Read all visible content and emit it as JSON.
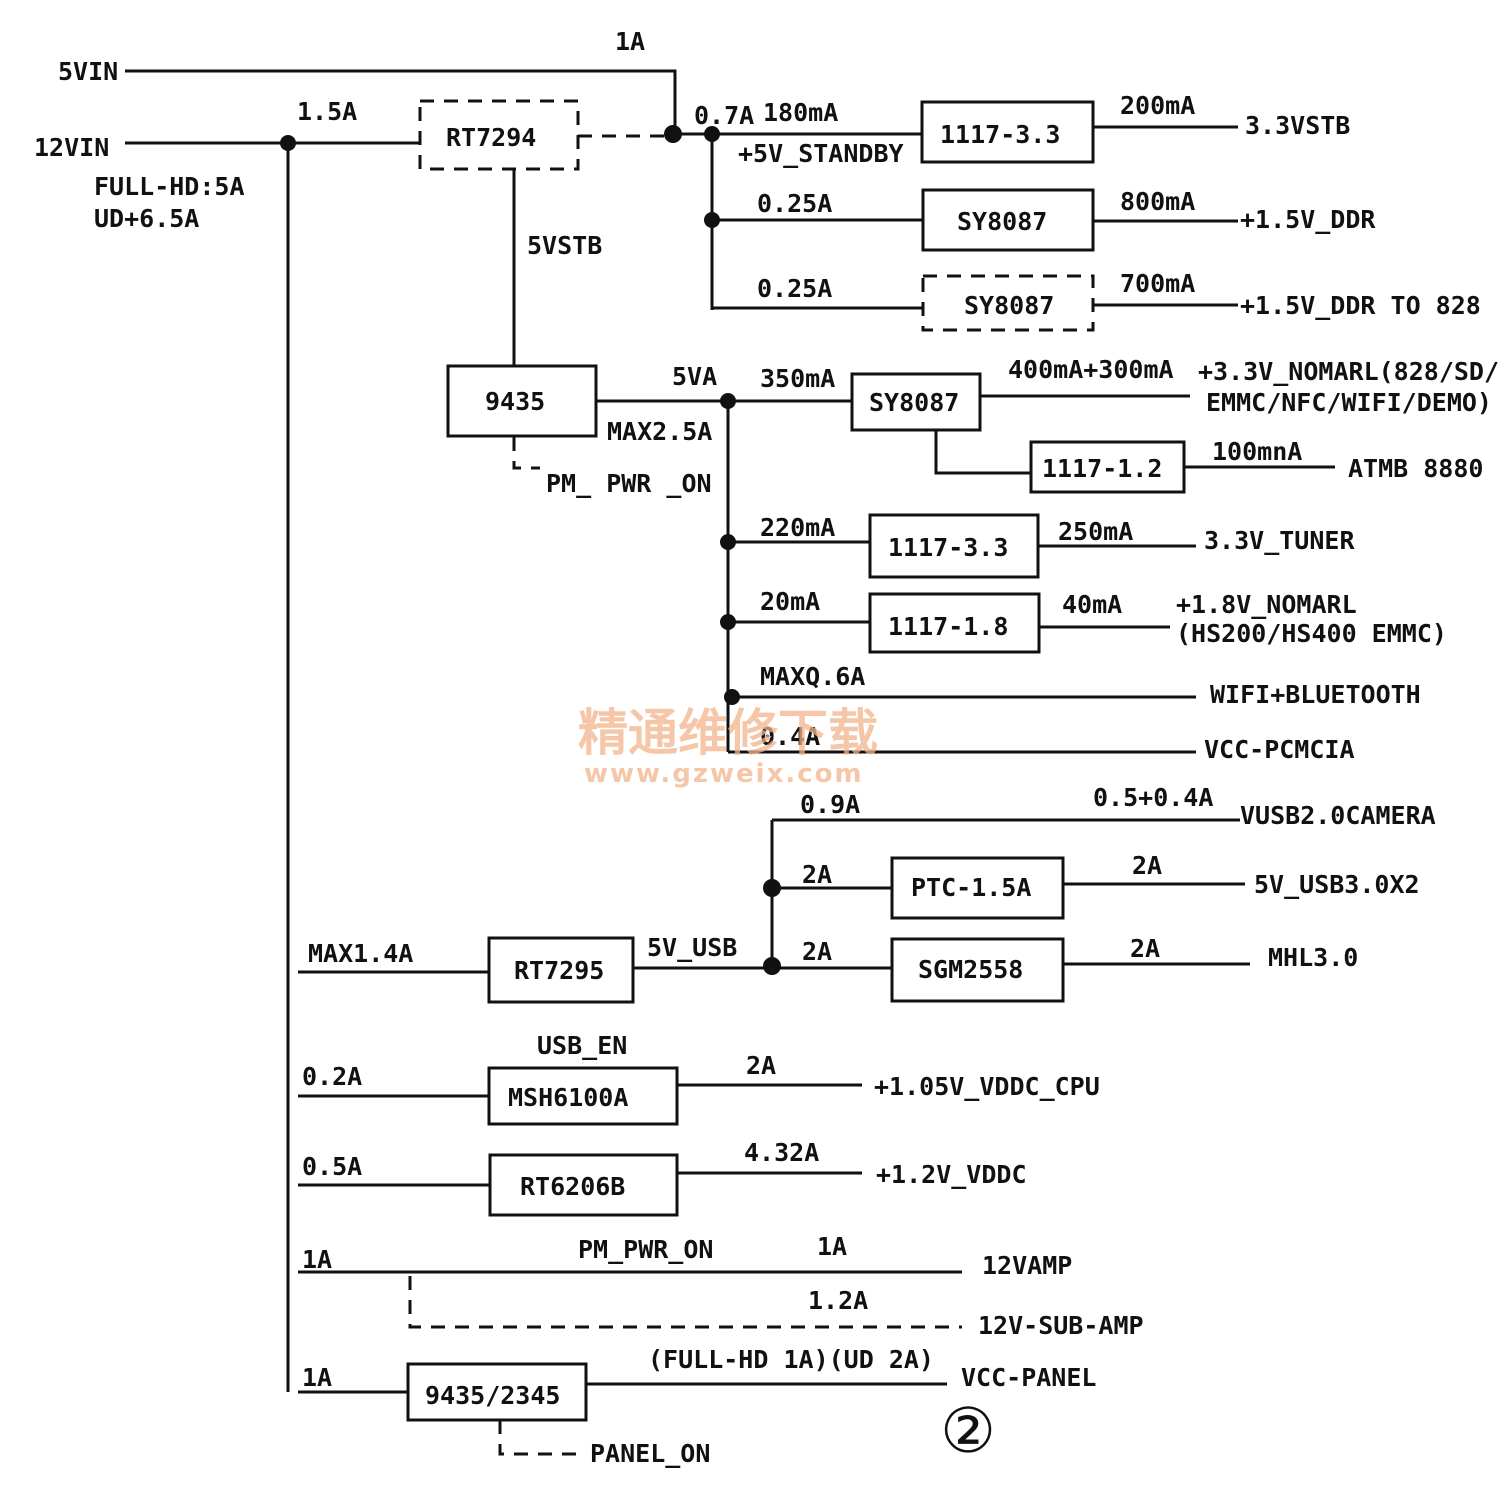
{
  "inputs": {
    "v5": "5VIN",
    "v12": "12VIN",
    "v12_note1": "FULL-HD:5A",
    "v12_note2": "UD+6.5A"
  },
  "blocks": {
    "rt7294": "RT7294",
    "ic9435": "9435",
    "ldo_stb": "1117-3.3",
    "sy_ddr": "SY8087",
    "sy_ddr2": "SY8087",
    "sy_nom": "SY8087",
    "ldo12": "1117-1.2",
    "ldo_tuner": "1117-3.3",
    "ldo18": "1117-1.8",
    "rt7295": "RT7295",
    "ptc": "PTC-1.5A",
    "sgm": "SGM2558",
    "msh": "MSH6100A",
    "rt6206": "RT6206B",
    "ic9435b": "9435/2345"
  },
  "currents": {
    "c1A": "1A",
    "c15A": "1.5A",
    "c07A": "0.7A",
    "c180": "180mA",
    "c200": "200mA",
    "c025a": "0.25A",
    "c800": "800mA",
    "c025b": "0.25A",
    "c700": "700mA",
    "c5va": "5VA",
    "cmax25": "MAX2.5A",
    "c350": "350mA",
    "c400": "400mA+300mA",
    "c100": "100mnA",
    "c220": "220mA",
    "c250": "250mA",
    "c20": "20mA",
    "c40": "40mA",
    "cmaxq": "MAXQ.6A",
    "c04": "0.4A",
    "c09": "0.9A",
    "c0504": "0.5+0.4A",
    "c2a1": "2A",
    "c2a2": "2A",
    "c2a3": "2A",
    "c2a4": "2A",
    "cmax14": "MAX1.4A",
    "c02": "0.2A",
    "c2a5": "2A",
    "c05": "0.5A",
    "c432": "4.32A",
    "c1a_amp": "1A",
    "c1a_amp2": "1A",
    "c12a": "1.2A",
    "c1a_panel": "1A",
    "cpanel": "(FULL-HD 1A)(UD 2A)"
  },
  "nets": {
    "standby": "+5V_STANDBY",
    "v5stb": "5VSTB",
    "pm_pwr_on": "PM_ PWR _ON",
    "usb5v": "5V_USB",
    "usb_en": "USB_EN",
    "pm_pwr_on2": "PM_PWR_ON",
    "panel_on": "PANEL_ON"
  },
  "outputs": {
    "o1": "3.3VSTB",
    "o2": "+1.5V_DDR",
    "o3": "+1.5V_DDR TO 828",
    "o4a": "+3.3V_NOMARL(828/SD/",
    "o4b": "EMMC/NFC/WIFI/DEMO)",
    "o5": "ATMB 8880",
    "o6": "3.3V_TUNER",
    "o7a": "+1.8V_NOMARL",
    "o7b": "(HS200/HS400 EMMC)",
    "o8": "WIFI+BLUETOOTH",
    "o9": "VCC-PCMCIA",
    "o10": "VUSB2.0CAMERA",
    "o11": "5V_USB3.0X2",
    "o12": "MHL3.0",
    "o13": "+1.05V_VDDC_CPU",
    "o14": "+1.2V_VDDC",
    "o15": "12VAMP",
    "o16": "12V-SUB-AMP",
    "o17": "VCC-PANEL"
  },
  "figure_number": "②",
  "watermark": {
    "title": "精通维修下载",
    "url": "www.gzweix.com"
  }
}
